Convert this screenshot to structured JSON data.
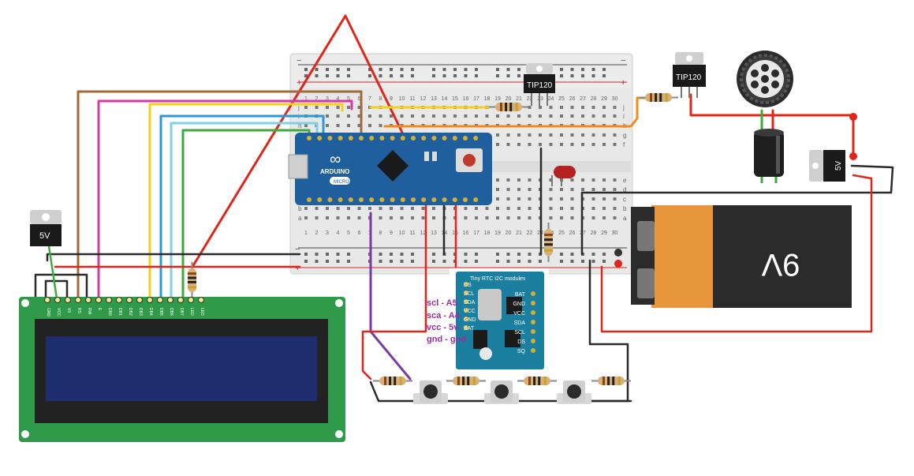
{
  "board": {
    "name": "ARDUINO",
    "variant": "MICRO",
    "logo": "∞"
  },
  "regulators": {
    "lcd_reg": "5V",
    "speaker_reg": "5V"
  },
  "transistors": {
    "t1": "TIP120",
    "t2": "TIP120"
  },
  "battery": {
    "label": "9V",
    "body_color": "#e8963c",
    "cap_color": "#2b2b2b"
  },
  "rtc_module": {
    "title": "Tiny RTC   I2C modules",
    "pins_left": [
      "DS",
      "SCL",
      "SDA",
      "VCC",
      "GND",
      "BAT"
    ],
    "pins_right": [
      "BAT",
      "GND",
      "VCC",
      "SDA",
      "SCL",
      "DS",
      "SQ"
    ]
  },
  "notes": [
    {
      "text": "scl - A5"
    },
    {
      "text": "sca - A4"
    },
    {
      "text": "vcc - 5v"
    },
    {
      "text": "gnd - gnd"
    }
  ],
  "note_color": "#9b2d9f",
  "lcd_pins": [
    "GND",
    "VCC",
    "V0",
    "RS",
    "RW",
    "E",
    "DB0",
    "DB1",
    "DB2",
    "DB3",
    "DB4",
    "DB5",
    "DB6",
    "DB7",
    "LED",
    "LED"
  ],
  "breadboard": {
    "col_numbers_top": [
      "1",
      "2",
      "3",
      "4",
      "5",
      "6",
      "7",
      "8",
      "9",
      "10",
      "11",
      "12",
      "13",
      "14",
      "15",
      "16",
      "17",
      "18",
      "19",
      "20",
      "21",
      "22",
      "23",
      "24",
      "25",
      "26",
      "27",
      "28",
      "29",
      "30"
    ],
    "row_letters_top": [
      "j",
      "i",
      "h",
      "g",
      "f"
    ],
    "row_letters_bottom": [
      "e",
      "d",
      "c",
      "b",
      "a"
    ],
    "rail_plus": "+",
    "rail_minus": "−"
  },
  "colors": {
    "wire_red": "#e0251b",
    "wire_black": "#2a2a2a",
    "wire_brown": "#a0693a",
    "wire_magenta": "#d23aa5",
    "wire_yellow": "#f3d21a",
    "wire_blue": "#2a9ad6",
    "wire_lightblue": "#7fd0e6",
    "wire_green": "#3fa83f",
    "wire_orange": "#f08a1c",
    "wire_purple": "#7a3aa0",
    "arduino_blue": "#1f5f9e",
    "lcd_green": "#2e9a4a",
    "lcd_screen": "#1d2d6e"
  }
}
